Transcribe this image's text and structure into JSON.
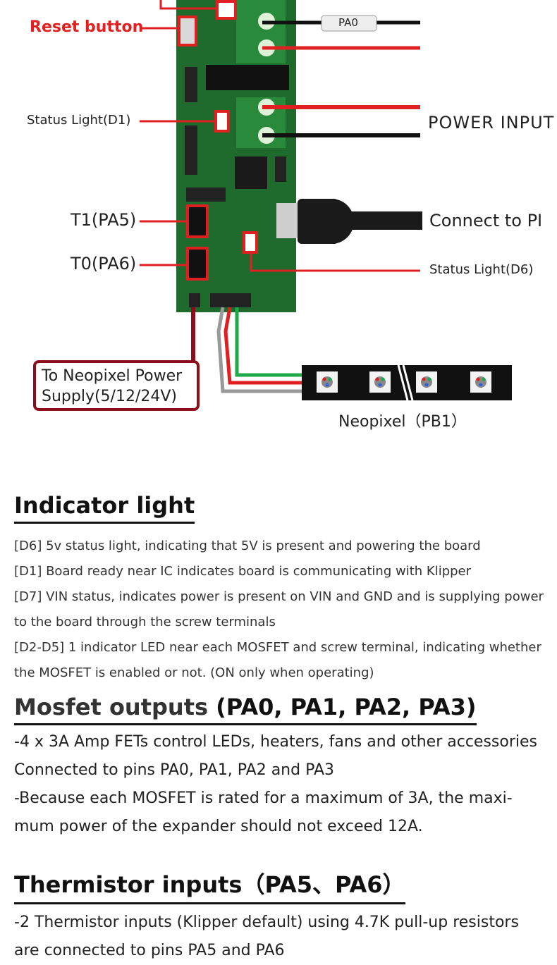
{
  "diagram": {
    "labels": {
      "reset": "Reset button",
      "status_d1": "Status Light(D1)",
      "power_input": "POWER INPUT",
      "t1": "T1(PA5)",
      "t0": "T0(PA6)",
      "connect_pi": "Connect to PI",
      "status_d6": "Status Light(D6)",
      "neopixel_power": "To Neopixel Power Supply(5/12/24V)",
      "neopixel": "Neopixel（PB1）",
      "pa0": "PA0"
    },
    "board_color": "#1f6b2e",
    "accent_red": "#e02020"
  },
  "indicator": {
    "title": "Indicator light",
    "lines": [
      "[D6] 5v status light, indicating that 5V is present and powering the board",
      "[D1] Board ready near IC indicates board is communicating with Klipper",
      "[D7] VIN status, indicates power is present on VIN and GND and is supplying power",
      "to the board through the screw terminals",
      "[D2-D5] 1 indicator LED near each MOSFET and screw terminal, indicating whether",
      "the MOSFET is enabled or not. (ON only when operating)"
    ]
  },
  "mosfet": {
    "title_a": "Mosfet outputs",
    "title_b": " (PA0, PA1, PA2, PA3)",
    "lines": [
      "-4 x 3A Amp FETs control LEDs, heaters, fans and other accessories",
      "Connected to pins PA0, PA1, PA2 and PA3",
      "-Because each MOSFET is rated for a maximum of 3A, the maxi-",
      "mum power of the expander should not exceed 12A."
    ]
  },
  "thermistor": {
    "title": "Thermistor inputs（PA5、PA6）",
    "lines": [
      "-2 Thermistor inputs (Klipper default) using 4.7K pull-up resistors",
      "are connected to pins PA5 and PA6"
    ]
  }
}
